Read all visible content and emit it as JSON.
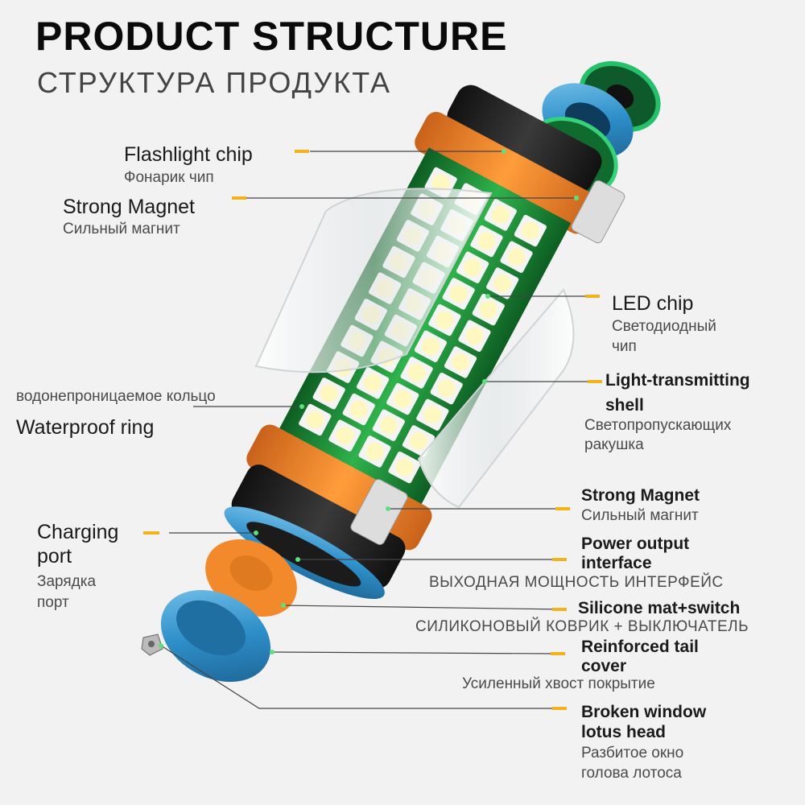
{
  "title": "PRODUCT STRUCTURE",
  "subtitle": "СТРУКТУРА ПРОДУКТА",
  "labels": {
    "flashlight_chip": {
      "en": "Flashlight chip",
      "ru": "Фонарик чип"
    },
    "strong_magnet_top": {
      "en": "Strong Magnet",
      "ru": "Сильный магнит"
    },
    "led_chip": {
      "en": "LED chip",
      "ru_1": "Светодиодный",
      "ru_2": "чип"
    },
    "light_shell": {
      "en_1": "Light-transmitting",
      "en_2": "shell",
      "ru_1": "Светопропускающих",
      "ru_2": "ракушка"
    },
    "waterproof_ring": {
      "ru": "водонепроницаемое кольцо",
      "en": "Waterproof ring"
    },
    "strong_magnet_bottom": {
      "en": "Strong Magnet",
      "ru": "Сильный магнит"
    },
    "charging_port": {
      "en_1": "Charging",
      "en_2": "port",
      "ru_1": "Зарядка",
      "ru_2": "порт"
    },
    "power_output": {
      "en_1": "Power output",
      "en_2": "interface",
      "ru": "ВЫХОДНАЯ МОЩНОСТЬ ИНТЕРФЕЙС"
    },
    "silicone_mat": {
      "en": "Silicone mat+switch",
      "ru": "СИЛИКОНОВЫЙ КОВРИК + ВЫКЛЮЧАТЕЛЬ"
    },
    "tail_cover": {
      "en_1": "Reinforced tail",
      "en_2": "cover",
      "ru": "Усиленный хвост покрытие"
    },
    "lotus_head": {
      "en_1": "Broken window",
      "en_2": "lotus head",
      "ru_1": "Разбитое окно",
      "ru_2": "голова лотоса"
    }
  },
  "colors": {
    "accent_leader": "#f2b21c",
    "orange_band": "#f08a2a",
    "pcb_green": "#1f9a3c",
    "aluminum_blue": "#2e8fc9",
    "led_yellow": "#fff7c0"
  }
}
